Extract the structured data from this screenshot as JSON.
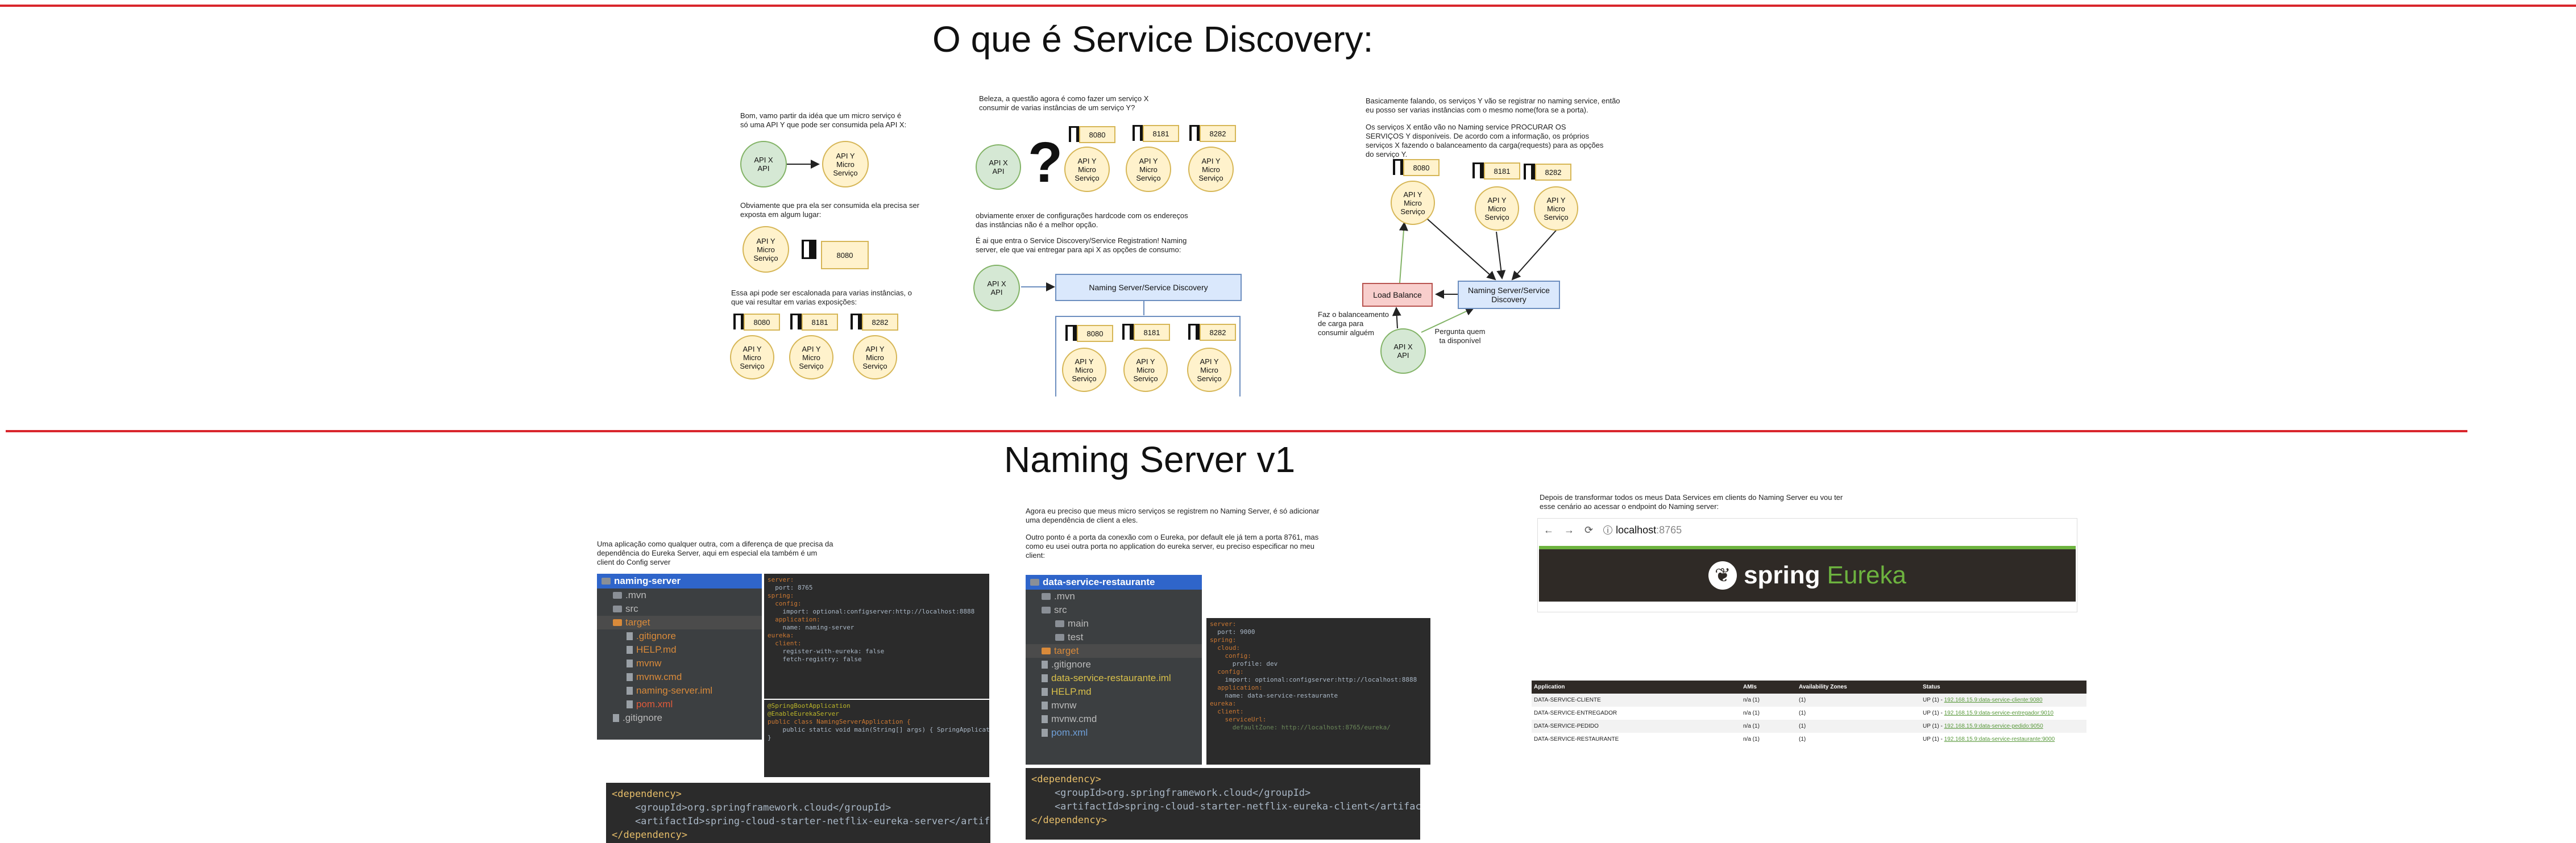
{
  "slide1": {
    "title": "O que é Service Discovery:",
    "col1": {
      "intro": "Bom, vamo partir da idéa que um micro serviço é só uma API Y que pode ser consumida pela API X:",
      "exposed": "Obviamente que pra ela ser consumida ela precisa ser exposta em algum lugar:",
      "scaled": "Essa api pode ser escalonada para varias instâncias, o que vai resultar em varias exposições:"
    },
    "col2": {
      "question": "Beleza, a questão agora é como fazer um serviço X consumir de varias instâncias de um serviço Y?",
      "hardcode": "obviamente enxer de configurações hardcode com os endereços das instâncias não é a melhor opção.",
      "naming": "É ai que entra o Service Discovery/Service Registration! Naming server, ele que vai entregar para api X as opções de consumo:",
      "naming_box": "Naming Server/Service Discovery"
    },
    "col3": {
      "register": "Basicamente falando, os serviços Y vão se registrar no naming service, então eu posso ser varias instâncias com o mesmo nome(fora se a porta).",
      "search": "Os serviços X então vão no Naming service PROCURAR OS SERVIÇOS Y disponíveis. De acordo com a informação, os próprios serviços X fazendo o balanceamento da carga(requests) para as opções do serviço Y.",
      "load_balance": "Load Balance",
      "naming_box": "Naming Server/Service Discovery",
      "lb_note": "Faz o balanceamento de carga para consumir alguém",
      "ask_note": "Pergunta quem ta disponível"
    },
    "labels": {
      "api_x": "API X\nAPI",
      "api_y": "API Y\nMicro Serviço",
      "question_mark": "?",
      "ports": [
        "8080",
        "8181",
        "8282"
      ]
    }
  },
  "slide2": {
    "title": "Naming Server v1",
    "col1": {
      "desc": "Uma aplicação como qualquer outra, com a diferença de que precisa da dependência do Eureka Server, aqui em especial ela também é um client do Config server",
      "tree": {
        "root": "naming-server",
        "items": [
          ".mvn",
          "src",
          "target",
          ".gitignore",
          "HELP.md",
          "mvnw",
          "mvnw.cmd",
          "naming-server.iml",
          "pom.xml",
          ".gitignore"
        ]
      },
      "yaml": [
        "server:",
        "  port: 8765",
        "spring:",
        "  config:",
        "    import: optional:configserver:http://localhost:8888",
        "  application:",
        "    name: naming-server",
        "eureka:",
        "  client:",
        "    register-with-eureka: false",
        "    fetch-registry: false"
      ],
      "java": [
        "@SpringBootApplication",
        "@EnableEurekaServer",
        "public class NamingServerApplication {",
        "",
        "    public static void main(String[] args) { SpringApplication.run(NamingServerApplication.class, args); }",
        "",
        "}"
      ],
      "dependency": [
        "<dependency>",
        "    <groupId>org.springframework.cloud</groupId>",
        "    <artifactId>spring-cloud-starter-netflix-eureka-server</artifactId>",
        "</dependency>"
      ]
    },
    "col2": {
      "desc1": "Agora eu preciso que meus micro serviços se registrem no Naming Server, é só adicionar uma dependência de client a eles.",
      "desc2": "Outro ponto é a porta da conexão com o Eureka, por default ele já tem a porta 8761, mas como eu usei outra porta no application do eureka server, eu preciso especificar no meu client:",
      "tree": {
        "root": "data-service-restaurante",
        "items": [
          ".mvn",
          "src",
          "main",
          "test",
          "target",
          ".gitignore",
          "data-service-restaurante.iml",
          "HELP.md",
          "mvnw",
          "mvnw.cmd",
          "pom.xml"
        ]
      },
      "yaml": [
        "server:",
        "  port: 9000",
        "spring:",
        "  cloud:",
        "    config:",
        "      profile: dev",
        "  config:",
        "    import: optional:configserver:http://localhost:8888",
        "  application:",
        "    name: data-service-restaurante",
        "eureka:",
        "  client:",
        "    serviceUrl:",
        "      defaultZone: http://localhost:8765/eureka/"
      ],
      "dependency": [
        "<dependency>",
        "    <groupId>org.springframework.cloud</groupId>",
        "    <artifactId>spring-cloud-starter-netflix-eureka-client</artifactId>",
        "</dependency>"
      ]
    },
    "col3": {
      "desc": "Depois de transformar todos os meus Data Services em clients do Naming Server eu vou ter esse cenário ao acessar o endpoint do Naming server:",
      "url_host": "localhost",
      "url_port": ":8765",
      "brand_spring": "spring",
      "brand_eureka": "Eureka",
      "table": {
        "headers": [
          "Application",
          "AMIs",
          "Availability Zones",
          "Status"
        ],
        "rows": [
          [
            "DATA-SERVICE-CLIENTE",
            "n/a (1)",
            "(1)",
            "UP (1) - ",
            "192.168.15.9:data-service-cliente:9080"
          ],
          [
            "DATA-SERVICE-ENTREGADOR",
            "n/a (1)",
            "(1)",
            "UP (1) - ",
            "192.168.15.9:data-service-entregador:9010"
          ],
          [
            "DATA-SERVICE-PEDIDO",
            "n/a (1)",
            "(1)",
            "UP (1) - ",
            "192.168.15.9:data-service-pedido:9050"
          ],
          [
            "DATA-SERVICE-RESTAURANTE",
            "n/a (1)",
            "(1)",
            "UP (1) - ",
            "192.168.15.9:data-service-restaurante:9000"
          ]
        ]
      }
    }
  },
  "colors": {
    "rule": "#d9262c",
    "yellow": "#fff2cc",
    "green": "#d5e8d4",
    "blue": "#dae8fc",
    "red": "#f8cecc",
    "eureka_green": "#6db33f"
  }
}
